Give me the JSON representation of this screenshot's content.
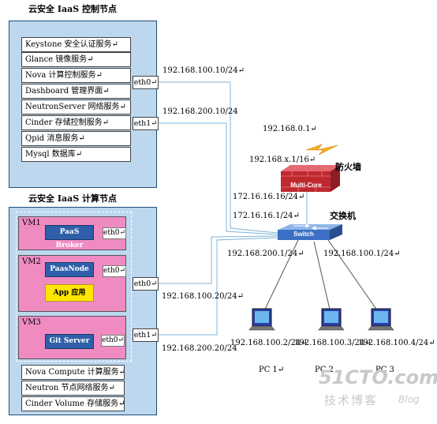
{
  "control_node": {
    "title": "云安全 IaaS 控制节点",
    "services": [
      "Keystone 安全认证服务↵",
      "Glance 镜像服务↵",
      "Nova 计算控制服务↵",
      "Dashboard 管理界面↵",
      "NeutronServer 网络服务↵",
      "Cinder 存储控制服务↵",
      "Qpid 消息服务↵",
      "Mysql 数据库↵"
    ],
    "eth0": "eth0↵",
    "eth1": "eth1↵",
    "eth0_ip": "192.168.100.10/24↵",
    "eth1_ip": "192.168.200.10/24"
  },
  "compute_node": {
    "title": "云安全 IaaS 计算节点",
    "vms": [
      {
        "label": "VM1",
        "chip": "PaaS Broker",
        "eth": "eth0↵"
      },
      {
        "label": "VM2",
        "chip": "PaasNode",
        "app": "App 应用",
        "eth": "eth0↵"
      },
      {
        "label": "VM3",
        "chip": "Git Server",
        "eth": "eth0↵"
      }
    ],
    "services": [
      "Nova Compute 计算服务↵",
      "Neutron 节点网络服务↵",
      "Cinder Volume 存储服务↵"
    ],
    "eth0": "eth0↵",
    "eth1": "eth1↵",
    "eth0_ip": "192.168.100.20/24↵",
    "eth1_ip": "192.168.200.20/24"
  },
  "firewall": {
    "label": "防火墙",
    "device_text": "Multi-Core",
    "wan_ip": "192.168.0.1↵",
    "wan_net": "192.168.x.1/16↵",
    "inside_ip": "172.16.16.16/24↵"
  },
  "switch": {
    "label": "交换机",
    "device_text": "Switch",
    "uplink_ip": "172.16.16.1/24↵",
    "port_200": "192.168.200.1/24↵",
    "port_100": "192.168.100.1/24↵"
  },
  "pcs": [
    {
      "ip": "192.168.100.2/24↵",
      "name": "PC 1↵"
    },
    {
      "ip": "192.168.100.3/24↵",
      "name": "PC 2"
    },
    {
      "ip": "192.168.100.4/24↵",
      "name": "PC 3"
    }
  ],
  "watermark": {
    "site": "51CTO.com",
    "sub": "技术博客",
    "blog": "Blog"
  },
  "colors": {
    "node_fill": "#bdd7ee",
    "vm_fill": "#f08bc2",
    "chip_blue": "#2e5fa8",
    "chip_yellow": "#ffe600",
    "firewall_red": "#c0282f",
    "switch_blue": "#3a6fc4",
    "link_line": "#7fb4d8"
  }
}
